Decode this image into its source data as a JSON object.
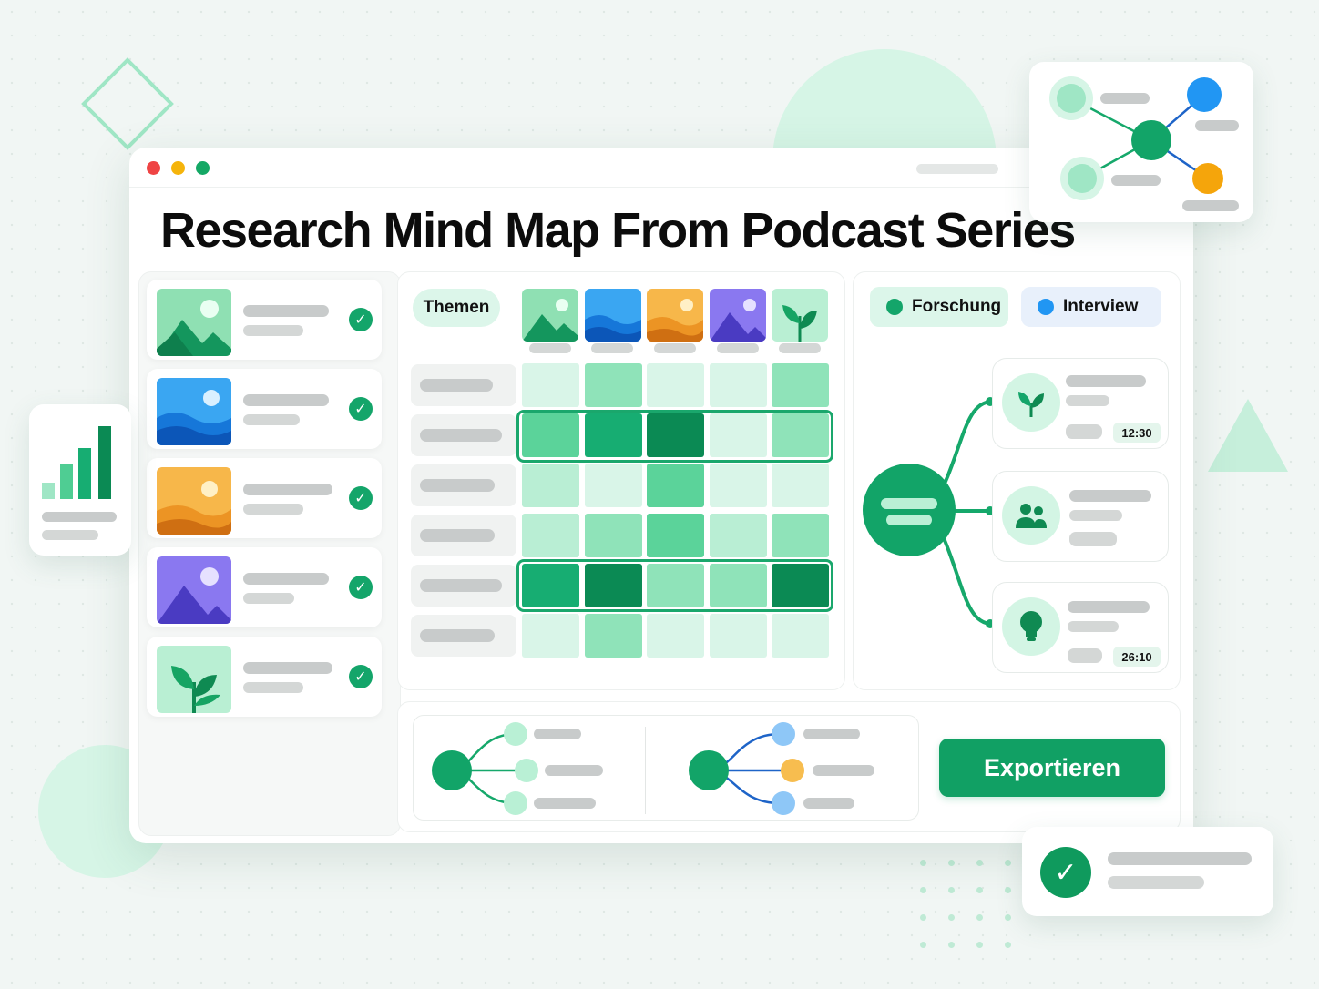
{
  "window": {
    "title": "Research Mind Map From Podcast Series"
  },
  "matrix": {
    "header_chip": "Themen",
    "columns": [
      "landscape-green",
      "waves-blue",
      "sunset-orange",
      "mountain-purple",
      "plant-green"
    ],
    "levels": [
      [
        0,
        2,
        0,
        0,
        2
      ],
      [
        3,
        4,
        5,
        0,
        2
      ],
      [
        1,
        0,
        3,
        0,
        0
      ],
      [
        1,
        2,
        3,
        1,
        2
      ],
      [
        4,
        5,
        2,
        2,
        5
      ],
      [
        0,
        2,
        0,
        0,
        0
      ]
    ],
    "highlighted_rows": [
      1,
      4
    ]
  },
  "legend": {
    "forschung": "Forschung",
    "interview": "Interview"
  },
  "nodes": [
    {
      "icon": "leaf-icon",
      "time": "12:30"
    },
    {
      "icon": "users-icon",
      "time": ""
    },
    {
      "icon": "lightbulb-icon",
      "time": "26:10"
    }
  ],
  "actions": {
    "export_label": "Exportieren"
  },
  "colors": {
    "accent": "#11a064",
    "forschung": "#14a56a",
    "interview": "#2196f3",
    "cell_levels": [
      "#d9f5e8",
      "#b9eed4",
      "#8fe3b9",
      "#5bd39a",
      "#17ad72",
      "#0b8a54"
    ]
  }
}
